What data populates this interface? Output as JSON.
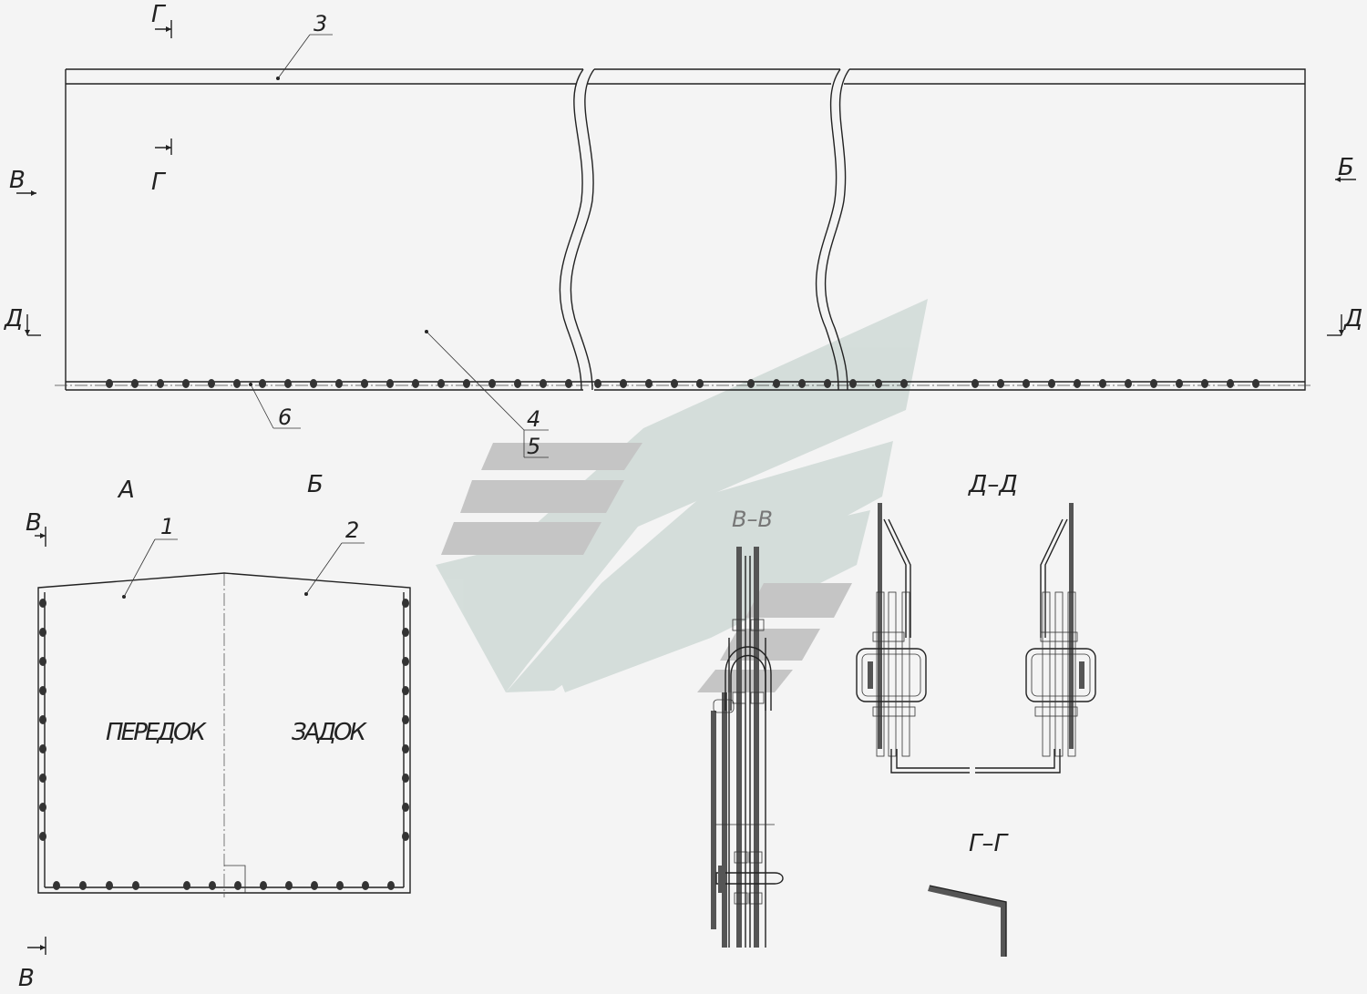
{
  "labels": {
    "callout_1": "1",
    "callout_2": "2",
    "callout_3": "3",
    "callout_4": "4",
    "callout_5": "5",
    "callout_6": "6",
    "view_a": "А",
    "view_b": "Б",
    "front": "ПЕРЕДОК",
    "back": "ЗАДОК",
    "section_vv": "В–В",
    "section_dd": "Д–Д",
    "section_gg": "Г–Г",
    "mark_g": "Г",
    "mark_v": "В",
    "mark_b": "Б",
    "mark_d": "Д"
  },
  "watermark": {
    "color_light": "#d3dcd9",
    "color_dark": "#c3c3c3"
  },
  "icons": {
    "section_arrow": "section-cut-arrow-icon",
    "fastener": "rivet-icon"
  }
}
